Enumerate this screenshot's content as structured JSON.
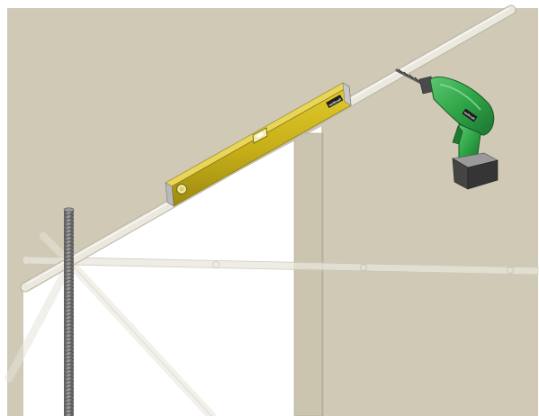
{
  "scene": {
    "colors": {
      "wall": "#cfc9b5",
      "wall_dark": "#c8c2ad",
      "opening": "#ffffff",
      "rail": "#e6e3d6",
      "rail_edge": "#b6b2a2",
      "level_body": "#c8b21a",
      "level_dark": "#8f7f10",
      "level_end": "#b9b9b9",
      "drill_body": "#2fa547",
      "drill_dark": "#1d7a31",
      "battery": "#3a3a3a",
      "battery_top": "#9a9a9a",
      "threaded_rod": "#7d7d7d"
    },
    "level": {
      "name": "spirit-level",
      "brand_label": "wolfcraft"
    },
    "drill": {
      "name": "cordless-drill",
      "brand_label": "wolfcraft"
    }
  }
}
